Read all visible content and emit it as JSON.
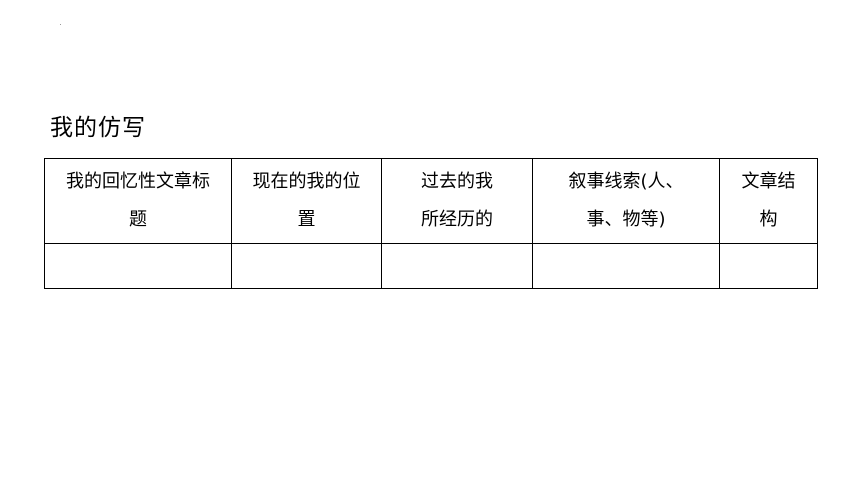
{
  "heading": "我的仿写",
  "table": {
    "headers": [
      "我的回忆性文章标\n题",
      "现在的我的位\n置",
      "过去的我\n所经历的",
      "叙事线索(人、\n事、物等)",
      "文章结\n构"
    ],
    "rows": [
      [
        "",
        "",
        "",
        "",
        ""
      ]
    ]
  }
}
